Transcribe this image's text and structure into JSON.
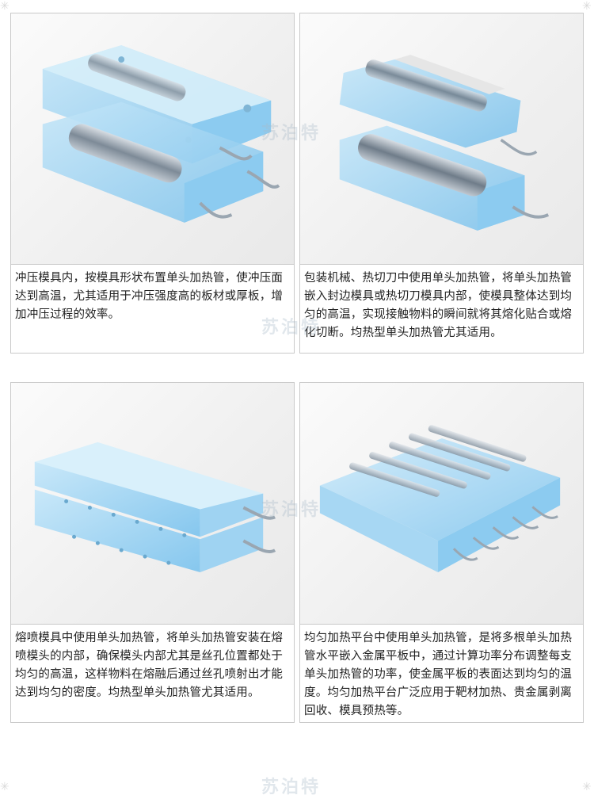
{
  "watermark": "苏泊特",
  "colors": {
    "acrylic": "#9fd3f2",
    "acrylic_edge": "#6fb9e6",
    "heater_tube": "#8a98a6",
    "border": "#c9c9c9"
  },
  "cards": [
    {
      "icon": "stamping-mold-illustration",
      "caption": "冲压模具内，按模具形状布置单头加热管，使冲压面达到高温，尤其适用于冲压强度高的板材或厚板，增加冲压过程的效率。"
    },
    {
      "icon": "packaging-hot-cutter-illustration",
      "caption": "包装机械、热切刀中使用单头加热管，将单头加热管嵌入封边模具或热切刀模具内部，使模具整体达到均匀的高温，实现接触物料的瞬间就将其熔化贴合或熔化切断。均热型单头加热管尤其适用。"
    },
    {
      "icon": "melt-blown-die-illustration",
      "caption": "熔喷模具中使用单头加热管，将单头加热管安装在熔喷模头的内部，确保模头内部尤其是丝孔位置都处于均匀的高温，这样物料在熔融后通过丝孔喷射出才能达到均匀的密度。均热型单头加热管尤其适用。"
    },
    {
      "icon": "heating-platform-illustration",
      "caption": "均匀加热平台中使用单头加热管，是将多根单头加热管水平嵌入金属平板中，通过计算功率分布调整每支单头加热管的功率，使金属平板的表面达到均匀的温度。均匀加热平台广泛应用于靶材加热、贵金属剥离回收、模具预热等。"
    }
  ]
}
